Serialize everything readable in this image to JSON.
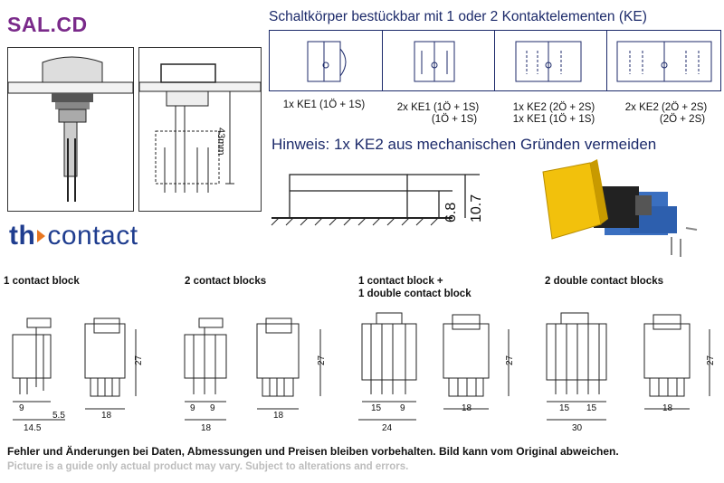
{
  "brand": "SAL.CD",
  "heading": "Schaltkörper bestückbar mit 1 oder 2 Kontaktelementen (KE)",
  "configs": [
    {
      "lines": [
        "1x KE1 (1Ö + 1S)"
      ]
    },
    {
      "lines": [
        "2x KE1 (1Ö + 1S)",
        "(1Ö + 1S)"
      ]
    },
    {
      "lines": [
        "1x KE2 (2Ö + 2S)",
        "1x KE1 (1Ö + 1S)"
      ]
    },
    {
      "lines": [
        "2x KE2 (2Ö + 2S)",
        "(2Ö + 2S)"
      ]
    }
  ],
  "hint": "Hinweis: 1x KE2 aus mechanischen Gründen vermeiden",
  "photo_dim": "43mm",
  "profile_dims": [
    "6.8",
    "10.7"
  ],
  "logo": {
    "part1": "th",
    "part2": "contact"
  },
  "blocks": [
    {
      "title": [
        "1 contact block"
      ],
      "widths": [
        "9",
        "5.5"
      ],
      "total": "14.5",
      "side_width": "18",
      "height": "27"
    },
    {
      "title": [
        "2 contact blocks"
      ],
      "widths": [
        "9",
        "9"
      ],
      "total": "18",
      "side_width": "18",
      "height": "27"
    },
    {
      "title": [
        "1 contact block +",
        "1 double contact block"
      ],
      "widths": [
        "15",
        "9"
      ],
      "total": "24",
      "side_width": "18",
      "height": "27"
    },
    {
      "title": [
        "2 double contact blocks"
      ],
      "widths": [
        "15",
        "15"
      ],
      "total": "30",
      "side_width": "18",
      "height": "27"
    }
  ],
  "footer": {
    "de": "Fehler und Änderungen bei Daten, Abmessungen und Preisen bleiben vorbehalten. Bild kann vom Original abweichen.",
    "en": "Picture is a guide only actual product may vary. Subject to alterations and errors."
  }
}
